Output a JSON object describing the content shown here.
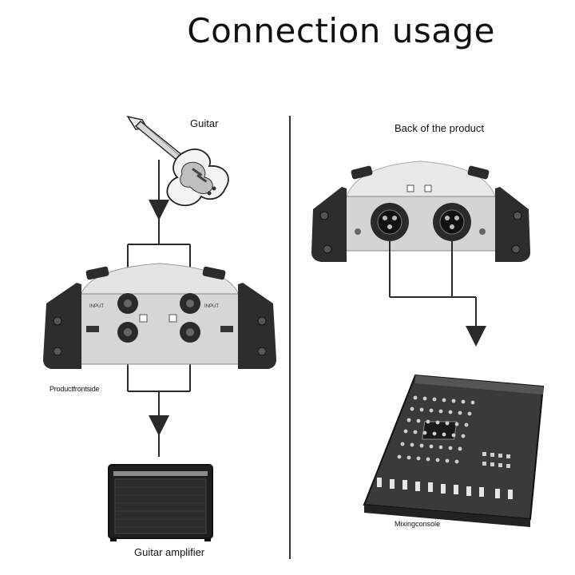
{
  "title": "Connection usage",
  "labels": {
    "guitar": "Guitar",
    "back_of_product": "Back of the product",
    "product_front_side": "Productfrontside",
    "guitar_amplifier": "Guitar amplifier",
    "mixing_console": "Mixingconsole"
  },
  "device_markings": {
    "input_left": "INPUT",
    "input_right": "INPUT"
  },
  "colors": {
    "line": "#2a2a2a",
    "device_body": "#d9d9d9",
    "device_dark": "#2b2b2b"
  }
}
